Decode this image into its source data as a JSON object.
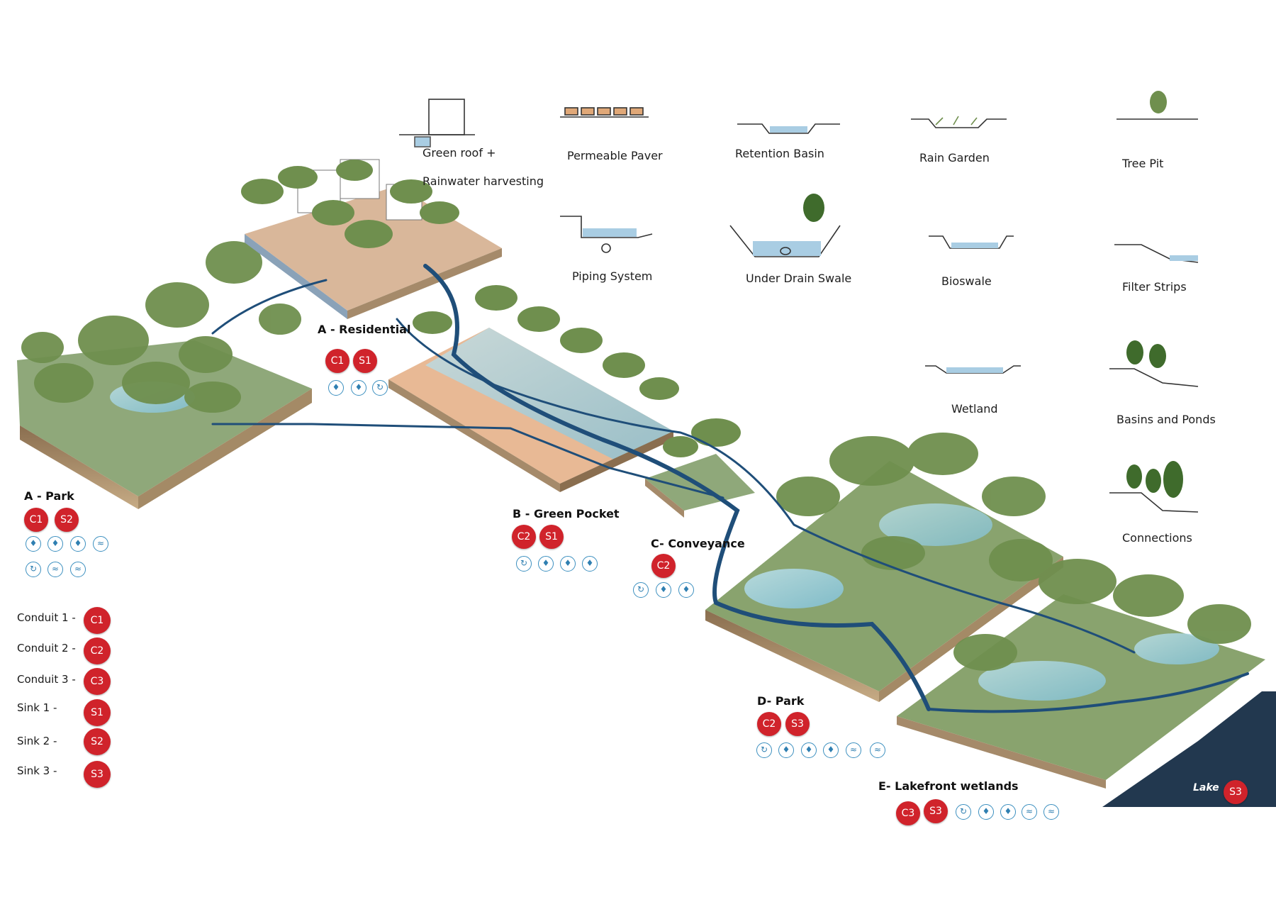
{
  "colors": {
    "badge": "#d0232b",
    "channel": "#1f4e79",
    "lake": "#22384f",
    "vegetation": "#6f8f4e",
    "icon_stroke": "#3b8fbf"
  },
  "measures": {
    "title_line1": "Green roof  +",
    "title_line2": "Rainwater harvesting",
    "items": [
      "Permeable Paver",
      "Retention Basin",
      "Rain Garden",
      "Tree Pit",
      "Piping System",
      "Under Drain Swale",
      "Bioswale",
      "Filter Strips",
      "Wetland",
      "Basins and Ponds",
      "Connections"
    ]
  },
  "zones": {
    "a_park": {
      "title": "A - Park",
      "badges": [
        "C1",
        "S2"
      ]
    },
    "a_residential": {
      "title": "A - Residential",
      "badges": [
        "C1",
        "S1"
      ]
    },
    "b_green_pocket": {
      "title": "B - Green Pocket",
      "badges": [
        "C2",
        "S1"
      ]
    },
    "c_conveyance": {
      "title": "C- Conveyance",
      "badges": [
        "C2"
      ]
    },
    "d_park": {
      "title": "D- Park",
      "badges": [
        "C2",
        "S3"
      ]
    },
    "e_lakefront": {
      "title": "E- Lakefront wetlands",
      "badges": [
        "C3",
        "S3"
      ]
    },
    "lake": {
      "title": "Lake",
      "badge": "S3"
    }
  },
  "legend": [
    {
      "label": "Conduit 1 -",
      "code": "C1"
    },
    {
      "label": "Conduit 2 -",
      "code": "C2"
    },
    {
      "label": "Conduit 3 -",
      "code": "C3"
    },
    {
      "label": "Sink  1 -",
      "code": "S1"
    },
    {
      "label": "Sink 2 -",
      "code": "S2"
    },
    {
      "label": "Sink 3 -",
      "code": "S3"
    }
  ],
  "icons": {
    "infiltration": "water-drop-icon",
    "flow": "flow-arrow-icon",
    "basin": "basin-icon"
  }
}
